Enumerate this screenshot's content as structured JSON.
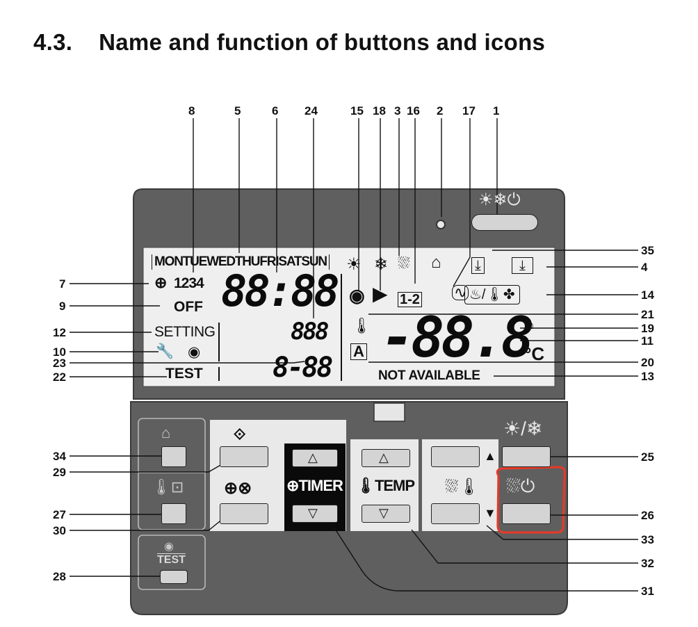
{
  "section_title": "4.3.    Name and function of buttons and icons",
  "callout_numbers": {
    "n8": "8",
    "n5": "5",
    "n6": "6",
    "n24": "24",
    "n15": "15",
    "n18": "18",
    "n3": "3",
    "n16": "16",
    "n2": "2",
    "n17": "17",
    "n1": "1",
    "n35": "35",
    "n4": "4",
    "n14": "14",
    "n21": "21",
    "n19": "19",
    "n11": "11",
    "n20": "20",
    "n13": "13",
    "n7": "7",
    "n9": "9",
    "n12": "12",
    "n10": "10",
    "n23": "23",
    "n22": "22",
    "n34": "34",
    "n29": "29",
    "n27": "27",
    "n30": "30",
    "n28": "28",
    "n25": "25",
    "n26": "26",
    "n33": "33",
    "n32": "32",
    "n31": "31"
  },
  "lcd": {
    "weekdays": [
      "MON",
      "TUE",
      "WED",
      "THU",
      "FRI",
      "SAT",
      "SUN"
    ],
    "timer_program": "1234",
    "off_label": "OFF",
    "clock_digits": "88:88",
    "setting_label": "SETTING",
    "small_digits": "888",
    "bottom_digits": "8-88",
    "test_label": "TEST",
    "temp_digits": "-88.8",
    "temp_unit": "°C",
    "not_available": "NOT AVAILABLE",
    "program_12": "1-2"
  },
  "panel": {
    "timer_label": "TIMER",
    "temp_label": "TEMP",
    "test_label": "TEST"
  },
  "colors": {
    "panel_body": "#5f5f5f",
    "lcd_bg": "#efefef",
    "highlight": "#e23b2a"
  },
  "icons": [
    "heating-cooling-power-icon",
    "sun-icon",
    "snowflake-icon",
    "power-icon",
    "clock-icon",
    "wrench-icon",
    "eye-icon",
    "thermometer-icon",
    "fan-icon",
    "house-icon",
    "shower-icon",
    "arrow-up-icon",
    "arrow-down-icon"
  ]
}
